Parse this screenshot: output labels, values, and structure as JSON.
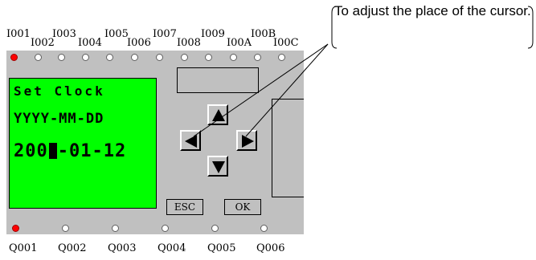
{
  "inputs_top_row": [
    "I001",
    "I003",
    "I005",
    "I007",
    "I009",
    "I00B"
  ],
  "inputs_bottom_row": [
    "I002",
    "I004",
    "I006",
    "I008",
    "I00A",
    "I00C"
  ],
  "outputs": [
    "Q001",
    "Q002",
    "Q003",
    "Q004",
    "Q005",
    "Q006"
  ],
  "lcd": {
    "line1": "Set Clock",
    "line2": "YYYY-MM-DD",
    "line3_before_cursor": "200",
    "line3_after_cursor": "-01-12"
  },
  "buttons": {
    "esc_label": "ESC",
    "ok_label": "OK"
  },
  "callout": {
    "text": "To adjust the place of the cursor."
  },
  "colors": {
    "lcd_background": "#00ff00",
    "device_body": "#c0c0c0",
    "active_led": "#ff0000",
    "inactive_led": "#ffffff"
  },
  "led_states": {
    "first_input_on": true,
    "first_output_on": true
  },
  "icons": [
    "up-arrow-icon",
    "left-arrow-icon",
    "right-arrow-icon",
    "down-arrow-icon"
  ]
}
